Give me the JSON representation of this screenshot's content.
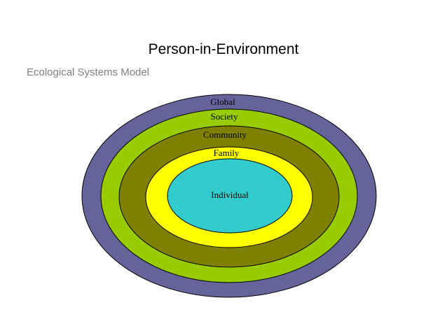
{
  "slide": {
    "title": "Person-in-Environment",
    "subtitle": "Ecological Systems Model"
  },
  "diagram": {
    "rings": [
      {
        "label": "Global",
        "color": "#64649a"
      },
      {
        "label": "Society",
        "color": "#99cc00"
      },
      {
        "label": "Community",
        "color": "#7f7f00"
      },
      {
        "label": "Family",
        "color": "#ffff00"
      },
      {
        "label": "Individual",
        "color": "#33cccc"
      }
    ]
  }
}
